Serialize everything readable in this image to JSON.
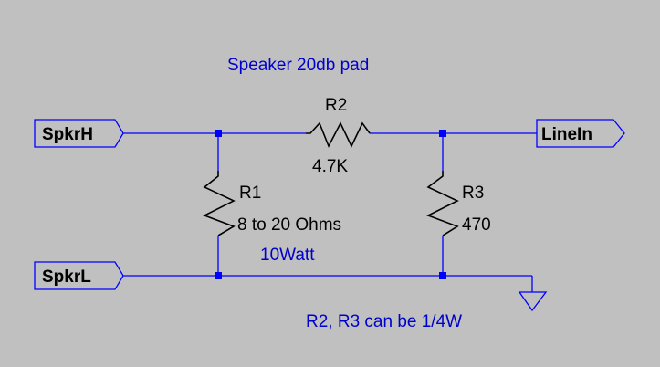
{
  "title": "Speaker 20db pad",
  "ports": {
    "spkr_h": "SpkrH",
    "spkr_l": "SpkrL",
    "line_in": "LineIn"
  },
  "components": {
    "r1": {
      "ref": "R1",
      "value": "8 to 20 Ohms",
      "rating": "10Watt"
    },
    "r2": {
      "ref": "R2",
      "value": "4.7K"
    },
    "r3": {
      "ref": "R3",
      "value": "470"
    }
  },
  "note": "R2, R3 can be 1/4W",
  "colors": {
    "background": "#c0c0c0",
    "wire": "#0000ff",
    "resistor": "#000000",
    "blue_text": "#0000cc"
  }
}
